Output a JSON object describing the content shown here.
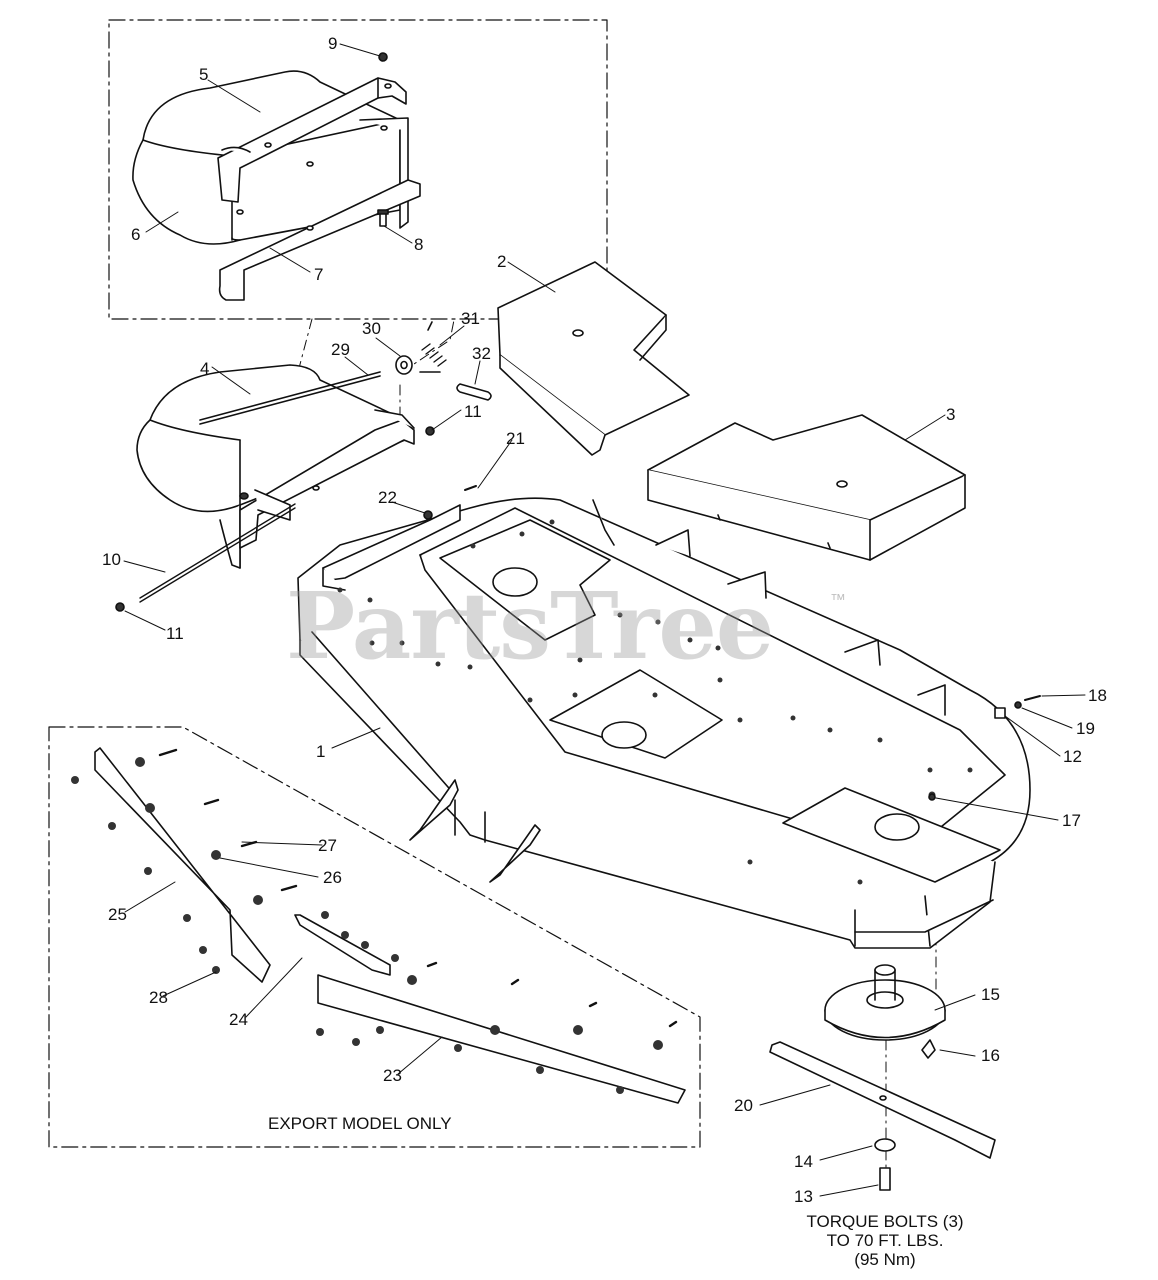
{
  "diagram": {
    "callouts": [
      {
        "id": "c1",
        "text": "1"
      },
      {
        "id": "c2",
        "text": "2"
      },
      {
        "id": "c3",
        "text": "3"
      },
      {
        "id": "c4",
        "text": "4"
      },
      {
        "id": "c5",
        "text": "5"
      },
      {
        "id": "c6",
        "text": "6"
      },
      {
        "id": "c7",
        "text": "7"
      },
      {
        "id": "c8",
        "text": "8"
      },
      {
        "id": "c9",
        "text": "9"
      },
      {
        "id": "c10",
        "text": "10"
      },
      {
        "id": "c11a",
        "text": "11"
      },
      {
        "id": "c11b",
        "text": "11"
      },
      {
        "id": "c12",
        "text": "12"
      },
      {
        "id": "c13",
        "text": "13"
      },
      {
        "id": "c14",
        "text": "14"
      },
      {
        "id": "c15",
        "text": "15"
      },
      {
        "id": "c16",
        "text": "16"
      },
      {
        "id": "c17",
        "text": "17"
      },
      {
        "id": "c18",
        "text": "18"
      },
      {
        "id": "c19",
        "text": "19"
      },
      {
        "id": "c20",
        "text": "20"
      },
      {
        "id": "c21",
        "text": "21"
      },
      {
        "id": "c22",
        "text": "22"
      },
      {
        "id": "c23",
        "text": "23"
      },
      {
        "id": "c24",
        "text": "24"
      },
      {
        "id": "c25",
        "text": "25"
      },
      {
        "id": "c26",
        "text": "26"
      },
      {
        "id": "c27",
        "text": "27"
      },
      {
        "id": "c28",
        "text": "28"
      },
      {
        "id": "c29",
        "text": "29"
      },
      {
        "id": "c30",
        "text": "30"
      },
      {
        "id": "c31",
        "text": "31"
      },
      {
        "id": "c32",
        "text": "32"
      }
    ],
    "export_note": "EXPORT MODEL ONLY",
    "torque_note": [
      "TORQUE BOLTS (3)",
      "TO 70 FT. LBS.",
      "(95 Nm)"
    ],
    "watermark": "PartsTree",
    "watermark_tm": "™"
  }
}
